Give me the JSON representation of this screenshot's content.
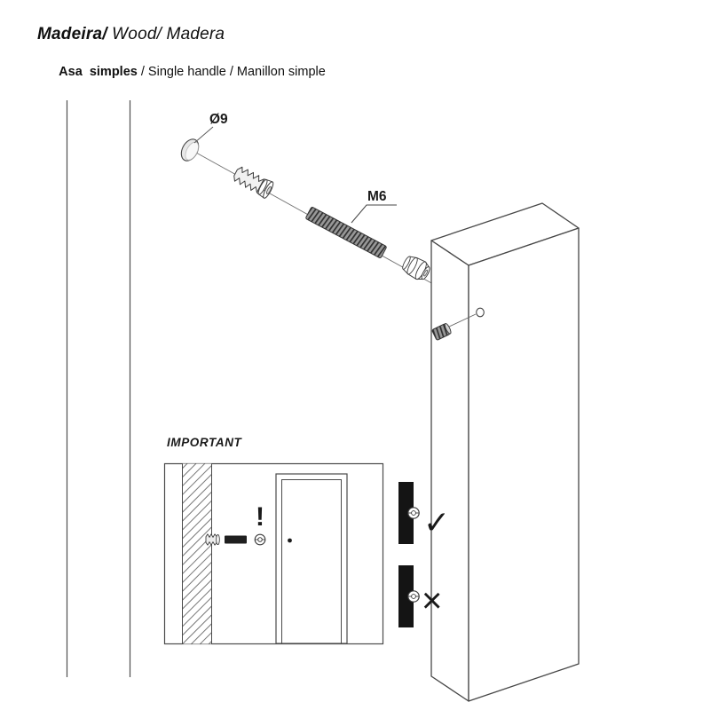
{
  "header": {
    "line1_bold": "Madeira/",
    "line1_rest": " Wood/ Madera",
    "line2_bold": "Asa  simples",
    "line2_rest": " / Single handle / Manillon simple"
  },
  "diagram": {
    "cap_label": "Ø9",
    "rod_label": "M6"
  },
  "important": {
    "heading": "IMPORTANT",
    "warning_icon": "!",
    "check_icon": "✓",
    "cross_icon": "×"
  },
  "colors": {
    "check_green": "#4caf7d",
    "cross_red": "#e2544a",
    "bar": "#141414"
  }
}
